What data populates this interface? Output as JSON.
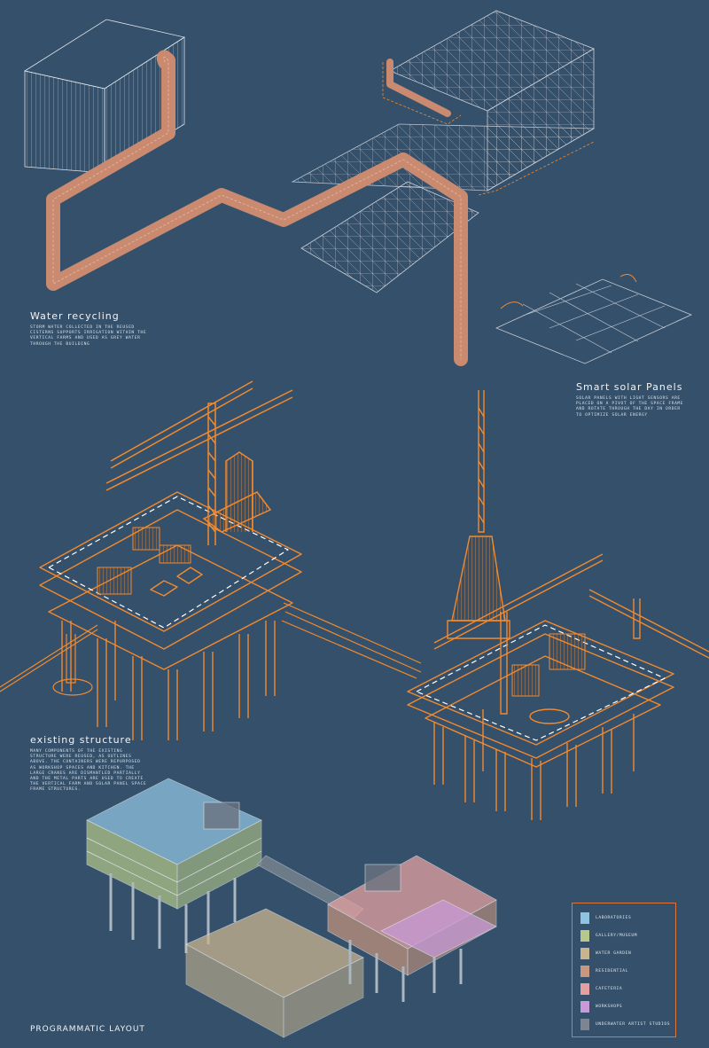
{
  "water_recycling": {
    "title": "Water recycling",
    "body": [
      "Storm water collected in the reused",
      "cisterns supports irrigation within the",
      "vertical farms and used as grey water",
      "through the building"
    ]
  },
  "solar": {
    "title": "Smart solar Panels",
    "body": [
      "Solar panels with light sensors are",
      "placed on a pivot of the space frame",
      "and rotate through the day in order",
      "to optimize solar energy"
    ]
  },
  "existing": {
    "title": "existing structure",
    "body": [
      "Many components of the existing",
      "structure were reused, as outlines",
      "above. The containers were repurposed",
      "as workshop spaces and kitchen. The",
      "large cranes are dismantled partially",
      "and the metal parts are used to create",
      "the vertical farm and solar panel space",
      "frame structures."
    ]
  },
  "programmatic": {
    "title": "PROGRAMMATIC LAYOUT"
  },
  "legend": [
    {
      "label": "Laboratories",
      "color": "#8fc3df"
    },
    {
      "label": "Gallery/Museum",
      "color": "#b6c98a"
    },
    {
      "label": "Water garden",
      "color": "#c9b48e"
    },
    {
      "label": "Residential",
      "color": "#c99780"
    },
    {
      "label": "Cafeteria",
      "color": "#e3a0a0"
    },
    {
      "label": "Workshops",
      "color": "#c99ad6"
    },
    {
      "label": "Underwater artist studios",
      "color": "#7c8590"
    }
  ],
  "colors": {
    "background": "#34506b",
    "structure": "#f28a2e",
    "pipe": "#c98a70",
    "frame": "#c7cdd6",
    "legend_border": "#e0743a"
  }
}
